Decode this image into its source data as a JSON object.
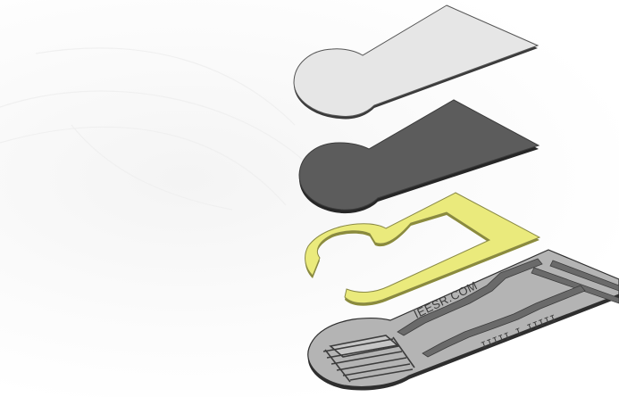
{
  "diagram": {
    "layers": [
      {
        "name": "top-cover-layer",
        "color": "#e6e6e6"
      },
      {
        "name": "dark-conductive-layer",
        "color": "#5c5c5c"
      },
      {
        "name": "adhesive-spacer-layer",
        "color": "#eaea7c"
      },
      {
        "name": "printed-electrode-layer",
        "color": "#b4b4b4"
      }
    ],
    "sensor_label": "IEESR.COM",
    "tick_marks": "IIIII I IIIII"
  }
}
